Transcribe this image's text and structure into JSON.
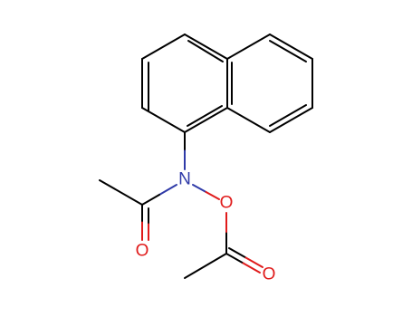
{
  "molecule": {
    "atoms": [
      {
        "id": "nitrogen",
        "label": "N",
        "color": "#2f3aa8"
      },
      {
        "id": "ester-oxygen",
        "label": "O",
        "color": "#e01b1b"
      },
      {
        "id": "amide-carbonyl-oxygen",
        "label": "O",
        "color": "#e01b1b"
      },
      {
        "id": "ester-carbonyl-oxygen",
        "label": "O",
        "color": "#e01b1b"
      }
    ],
    "bond_color": "#000000"
  }
}
